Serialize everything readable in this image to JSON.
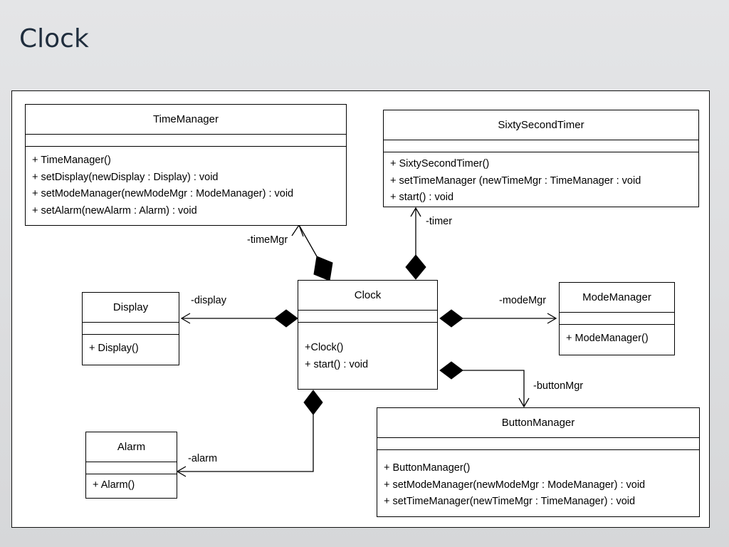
{
  "slide": {
    "title": "Clock"
  },
  "classes": {
    "time_manager": {
      "name": "TimeManager",
      "ops": [
        "+ TimeManager()",
        "+ setDisplay(newDisplay : Display) : void",
        "+ setModeManager(newModeMgr : ModeManager) : void",
        "+ setAlarm(newAlarm : Alarm) : void"
      ]
    },
    "sixty_second_timer": {
      "name": "SixtySecondTimer",
      "ops": [
        "+ SixtySecondTimer()",
        "+ setTimeManager (newTimeMgr : TimeManager : void",
        "+ start() : void"
      ]
    },
    "display": {
      "name": "Display",
      "ops": [
        "+ Display()"
      ]
    },
    "clock": {
      "name": "Clock",
      "ops": [
        "+Clock()",
        "+ start() : void"
      ]
    },
    "mode_manager": {
      "name": "ModeManager",
      "ops": [
        "+ ModeManager()"
      ]
    },
    "alarm": {
      "name": "Alarm",
      "ops": [
        "+ Alarm()"
      ]
    },
    "button_manager": {
      "name": "ButtonManager",
      "ops": [
        "+ ButtonManager()",
        "+ setModeManager(newModeMgr : ModeManager) : void",
        "+ setTimeManager(newTimeMgr : TimeManager) : void"
      ]
    }
  },
  "roles": {
    "time_mgr": "-timeMgr",
    "timer": "-timer",
    "display": "-display",
    "mode_mgr": "-modeMgr",
    "button_mgr": "-buttonMgr",
    "alarm": "-alarm"
  }
}
